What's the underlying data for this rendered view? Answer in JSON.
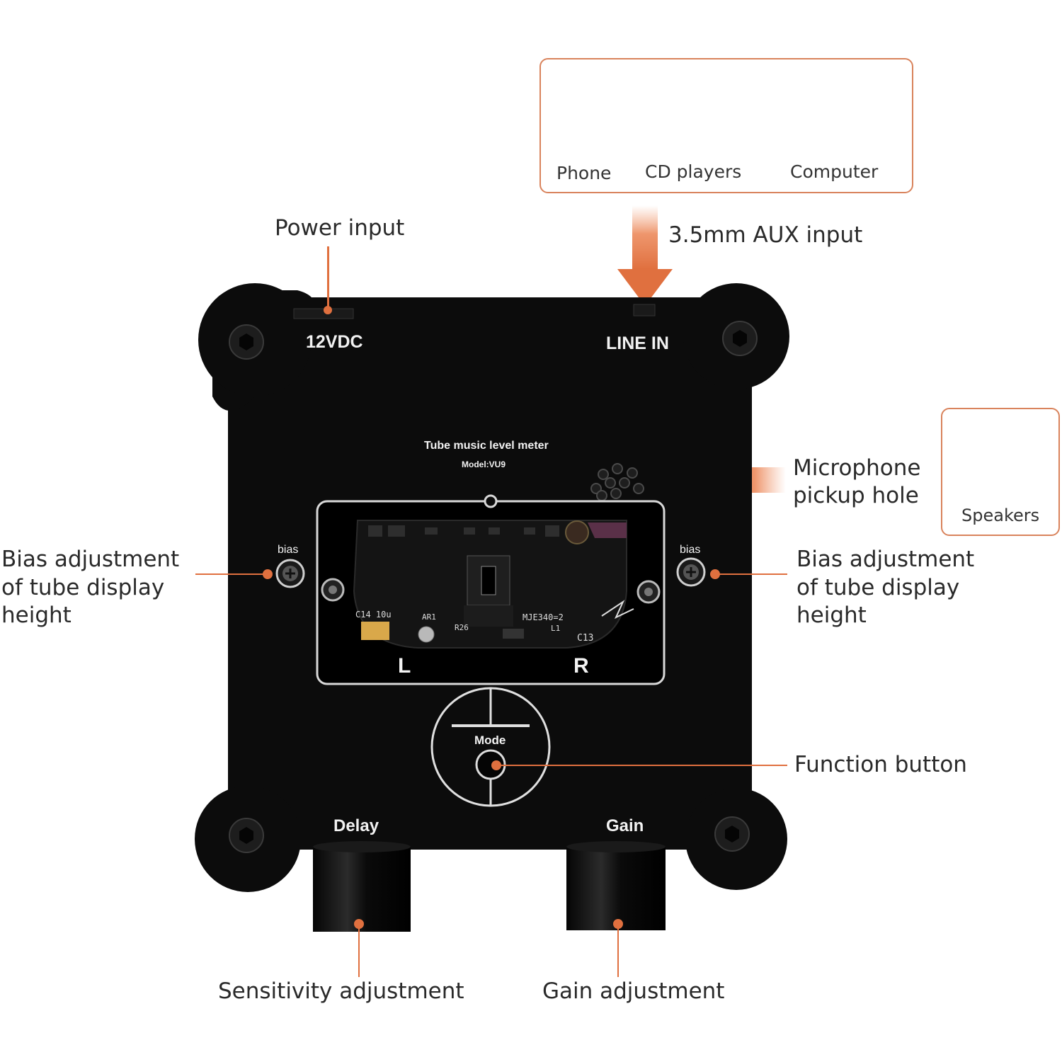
{
  "sources": {
    "phone_label": "Phone",
    "cd_label": "CD players",
    "computer_label": "Computer"
  },
  "speakers_label": "Speakers",
  "callouts": {
    "power_input": "Power input",
    "aux_input": "3.5mm AUX input",
    "mic_pickup": [
      "Microphone",
      "pickup hole"
    ],
    "bias_left": [
      "Bias adjustment",
      "of tube display",
      "height"
    ],
    "bias_right": [
      "Bias adjustment",
      "of tube display",
      "height"
    ],
    "function_button": "Function button",
    "sensitivity": "Sensitivity adjustment",
    "gain_adjust": "Gain adjustment"
  },
  "panel": {
    "power_port": "12VDC",
    "line_in": "LINE IN",
    "title": "Tube music level meter",
    "model": "Model:VU9",
    "bias_left": "bias",
    "bias_right": "bias",
    "channel_left": "L",
    "channel_right": "R",
    "mode": "Mode",
    "delay": "Delay",
    "gain": "Gain"
  },
  "colors": {
    "accent": "#e0703f",
    "device_body": "#0c0c0c",
    "box_border": "#d9835c"
  }
}
